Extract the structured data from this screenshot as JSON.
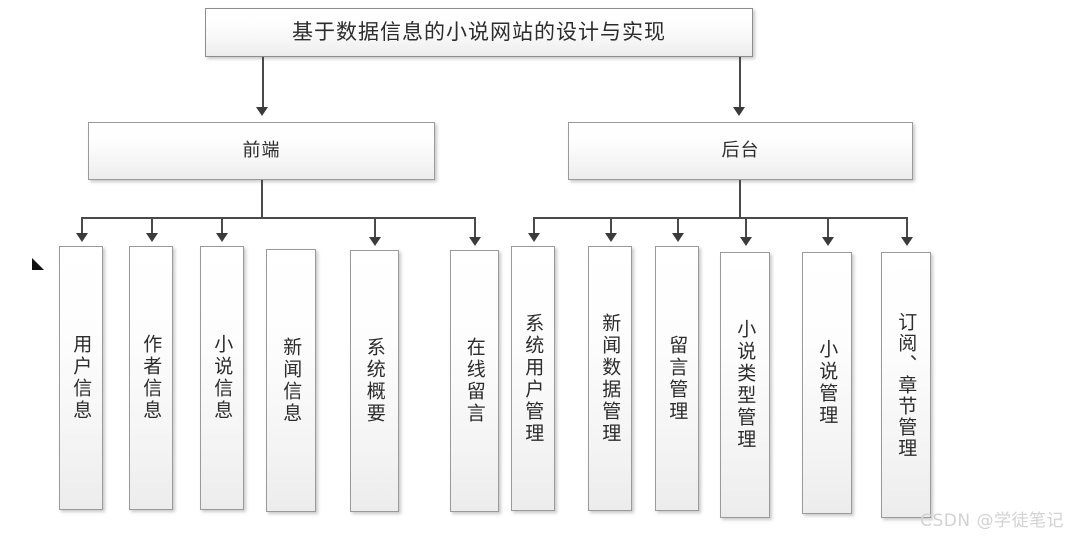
{
  "diagram": {
    "type": "tree-hierarchy",
    "root": {
      "label": "基于数据信息的小说网站的设计与实现"
    },
    "branches": [
      {
        "label": "前端"
      },
      {
        "label": "后台"
      }
    ],
    "frontend_leaves": [
      {
        "label": "用户信息"
      },
      {
        "label": "作者信息"
      },
      {
        "label": "小说信息"
      },
      {
        "label": "新闻信息"
      },
      {
        "label": "系统概要"
      },
      {
        "label": "在线留言"
      }
    ],
    "backend_leaves": [
      {
        "label": "系统用户管理"
      },
      {
        "label": "新闻数据管理"
      },
      {
        "label": "留言管理"
      },
      {
        "label": "小说类型管理"
      },
      {
        "label": "小说管理"
      },
      {
        "label": "订阅、章节管理"
      }
    ]
  },
  "watermark": {
    "text": "CSDN @学徒笔记"
  },
  "colors": {
    "border": "#9a9a9a",
    "connector": "#4a4a4a",
    "text": "#2c2c2c",
    "watermark": "#d2d2d2",
    "box_fill_top": "#ffffff",
    "box_fill_bottom": "#ececec"
  }
}
